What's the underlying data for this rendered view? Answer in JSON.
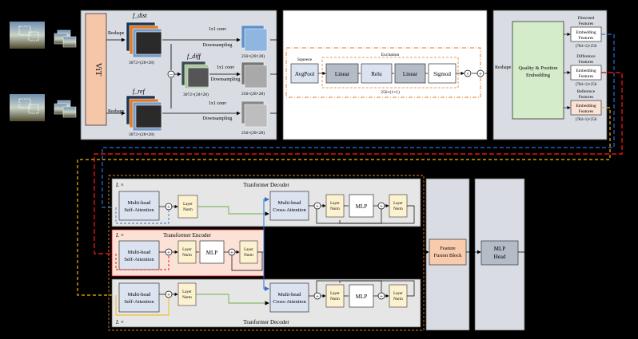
{
  "feature_extraction": {
    "vit_label": "ViT",
    "reshape_top": "Reshape",
    "reshape_bottom": "Reshape",
    "f_dist_label": "f_dist",
    "f_diff_label": "f_diff",
    "f_ref_label": "f_ref",
    "dim_dist": "3072×(28×28)",
    "dim_diff": "3072×(28×28)",
    "dim_ref": "3072×(28×28)",
    "conv_label": "1x1 conv",
    "downsampling_label": "Downsampling",
    "out_dim": "256×(28×28)",
    "minus_symbol": "−"
  },
  "squeeze_excitation": {
    "squeeze_label": "Squeeze",
    "avgpool_label": "AvgPool",
    "excitation_label": "Excitation",
    "linear1_label": "Linear",
    "relu_label": "Relu",
    "linear2_label": "Linear",
    "sigmoid_label": "Sigmod",
    "out_dim": "256×(1×1)"
  },
  "embedding": {
    "reshape_label": "Reshape",
    "qp_line1": "Quality & Position",
    "qp_line2": "Embedding",
    "distorted_line1": "Distorted",
    "distorted_line2": "Features",
    "difference_line1": "Difference",
    "difference_line2": "Features",
    "reference_line1": "Reference",
    "reference_line2": "Features",
    "emb_line1": "Embedding",
    "emb_line2": "Features",
    "emb_dim": "(784+1)×256"
  },
  "transformer": {
    "lx": "L ×",
    "decoder_title": "Tranformer Decoder",
    "encoder_title": "Transformer Encoder",
    "mhsa_line1": "Multi-head",
    "mhsa_line2": "Self-Attention",
    "mhca_line1": "Multi-head",
    "mhca_line2": "Cross-Attention",
    "ln_line1": "Layer",
    "ln_line2": "Norm",
    "mlp_label": "MLP",
    "plus_symbol": "+"
  },
  "head": {
    "ffb_line1": "Feature",
    "ffb_line2": "Fusion Block",
    "mlp_line1": "MLP",
    "mlp_line2": "Head"
  },
  "colors": {
    "background": "#000000",
    "panel_gray": "#d9dde3",
    "vit_fill": "#f6c6a9",
    "embed_fill": "#d4ecc9",
    "mha_fill": "#dbe3f1",
    "ln_fill": "#fdf2cf",
    "encoder_fill": "#fbe1d6",
    "ffb_fill": "#f8cbad",
    "head_fill": "#b4bcc7",
    "red_dash": "#e0121b",
    "yellow_dash": "#f2b705",
    "blue_dash": "#2f6fd6",
    "orange_dash": "#e07b24"
  }
}
